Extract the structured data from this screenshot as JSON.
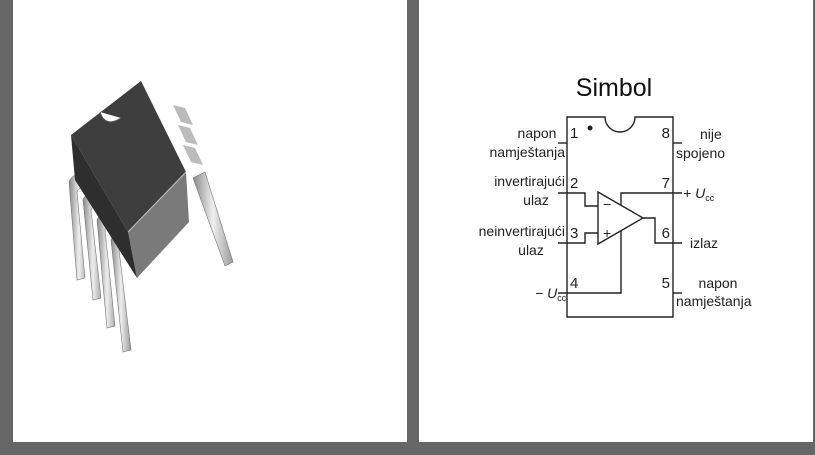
{
  "title": "Simbol",
  "pins": {
    "p1": {
      "num": "1",
      "label": [
        "napon",
        "namještanja"
      ]
    },
    "p2": {
      "num": "2",
      "label": [
        "invertirajući",
        "ulaz"
      ]
    },
    "p3": {
      "num": "3",
      "label": [
        "neinvertirajući",
        "ulaz"
      ]
    },
    "p4": {
      "num": "4",
      "label_prefix": "− U",
      "label_sub": "cc"
    },
    "p5": {
      "num": "5",
      "label": [
        "napon",
        "namještanja"
      ]
    },
    "p6": {
      "num": "6",
      "label": [
        "izlaz"
      ]
    },
    "p7": {
      "num": "7",
      "label_prefix": "+ U",
      "label_sub": "cc"
    },
    "p8": {
      "num": "8",
      "label": [
        "nije",
        "spojeno"
      ]
    }
  },
  "opamp": {
    "minus": "−",
    "plus": "+"
  }
}
